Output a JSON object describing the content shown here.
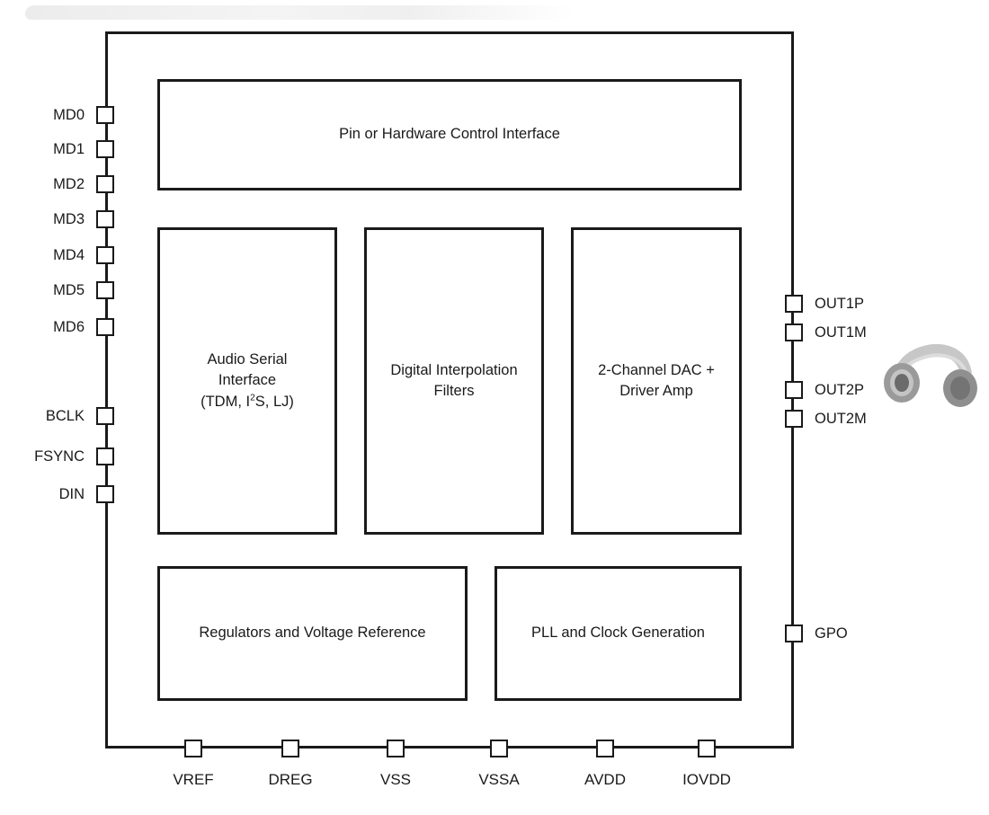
{
  "chip": {
    "blocks": {
      "control": "Pin or Hardware Control Interface",
      "asi": {
        "line1": "Audio Serial",
        "line2": "Interface",
        "line3_pre": "(TDM, I",
        "line3_sup": "2",
        "line3_post": "S, LJ)"
      },
      "dif": {
        "line1": "Digital Interpolation",
        "line2": "Filters"
      },
      "dac": {
        "line1": "2-Channel DAC +",
        "line2": "Driver Amp"
      },
      "reg": "Regulators and Voltage Reference",
      "pll": "PLL and Clock Generation"
    },
    "pins": {
      "left": [
        "MD0",
        "MD1",
        "MD2",
        "MD3",
        "MD4",
        "MD5",
        "MD6",
        "BCLK",
        "FSYNC",
        "DIN"
      ],
      "right": [
        "OUT1P",
        "OUT1M",
        "OUT2P",
        "OUT2M",
        "GPO"
      ],
      "bottom": [
        "VREF",
        "DREG",
        "VSS",
        "VSSA",
        "AVDD",
        "IOVDD"
      ]
    },
    "icons": {
      "headphones": "headphones-icon"
    },
    "colors": {
      "line": "#1a1a1a",
      "background": "#ffffff",
      "headphones_band": "#c7c7c7",
      "headphones_cup": "#8f8f8f"
    }
  }
}
